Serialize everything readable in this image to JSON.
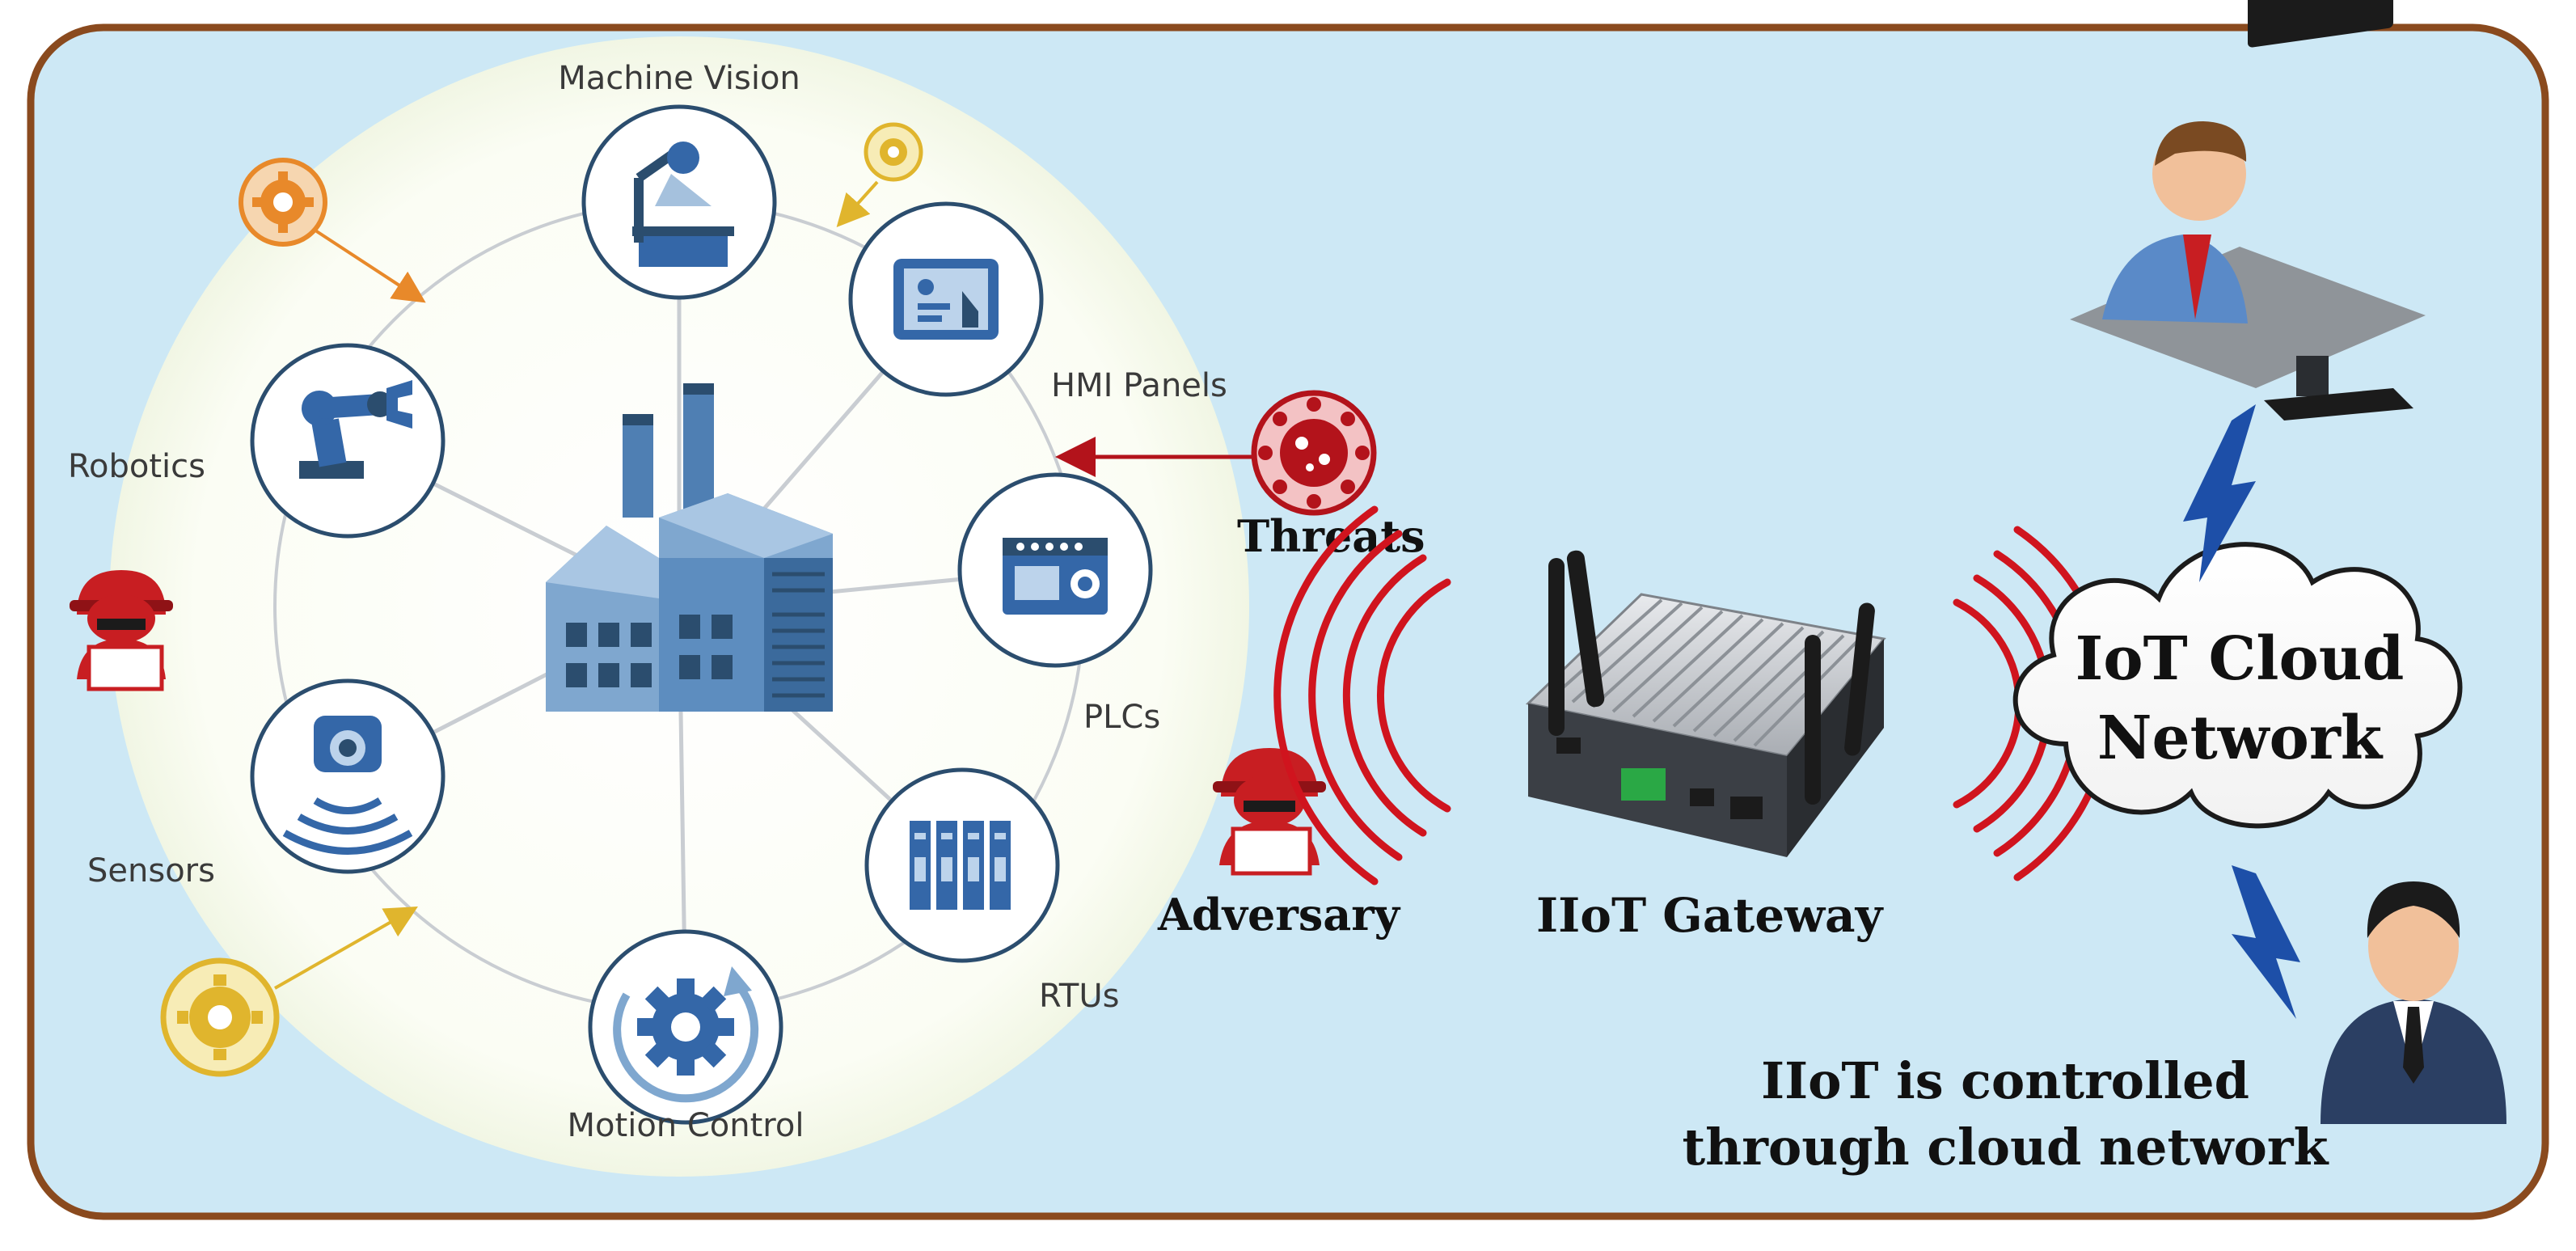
{
  "colors": {
    "background": "#cde8f5",
    "frame": "#8a4a1e",
    "node_ring": "#2b4d6e",
    "icon_blue": "#3467a8",
    "threat_red": "#b3131b",
    "wave_red": "#d0141e",
    "gear_orange": "#e8892a",
    "gear_yellow": "#e8c33a",
    "bolt_blue": "#1d4fa8"
  },
  "nodes": {
    "machine_vision": "Machine Vision",
    "hmi_panels": "HMI Panels",
    "plcs": "PLCs",
    "rtus": "RTUs",
    "motion_control": "Motion Control",
    "sensors": "Sensors",
    "robotics": "Robotics"
  },
  "labels": {
    "threats": "Threats",
    "adversary": "Adversary",
    "gateway": "IIoT Gateway",
    "cloud_line1": "IoT Cloud",
    "cloud_line2": "Network",
    "control_line1": "IIoT is controlled",
    "control_line2": "through cloud network"
  },
  "icons": {
    "center": "factory-icon",
    "threat": "virus-icon",
    "adversary": "hacker-icon",
    "gateway": "router-icon",
    "user_top": "computer-user-icon",
    "user_bottom": "businessman-icon"
  }
}
